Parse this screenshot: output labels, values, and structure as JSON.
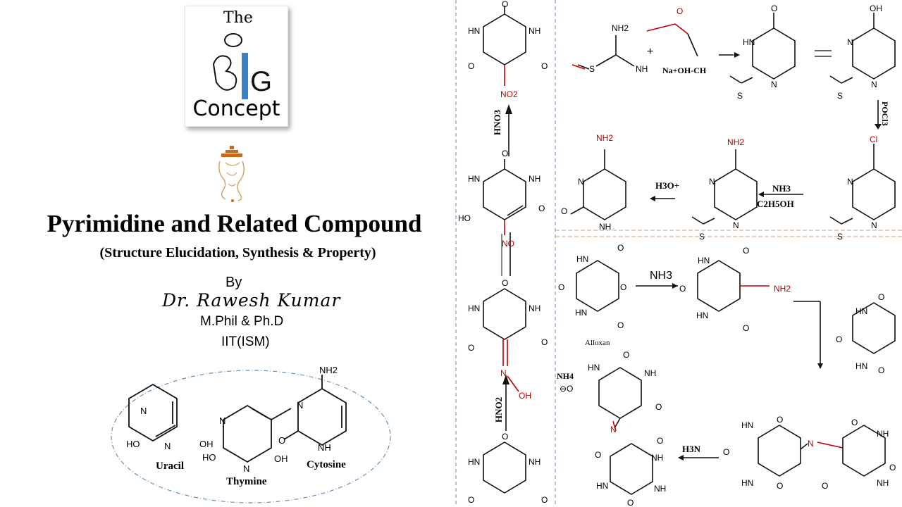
{
  "logo": {
    "the": "The",
    "concept": "Concept"
  },
  "title": "Pyrimidine and Related Compound",
  "subtitle": "(Structure Elucidation, Synthesis & Property)",
  "by": "By",
  "author": "Dr. Rawesh Kumar",
  "degrees": "M.Phil & Ph.D",
  "institute": "IIT(ISM)",
  "compounds": {
    "uracil": "Uracil",
    "thymine": "Thymine",
    "cytosine": "Cytosine"
  },
  "labels": {
    "o": "O",
    "hn": "HN",
    "nh": "NH",
    "n": "N",
    "nh2": "NH2",
    "ho": "HO",
    "oh": "OH",
    "no2": "NO2",
    "no": "NO",
    "s": "S",
    "cl": "Cl",
    "plus": "+",
    "na_oh": "Na+OH-CH",
    "hno3": "HNO3",
    "hno2": "HNO2",
    "pocl3": "POCl3",
    "h3o": "H3O+",
    "nh3": "NH3",
    "c2h5oh": "C2H5OH",
    "h3n": "H3N",
    "alloxan": "Alloxan",
    "nh4": "NH4",
    "minus": "⊖O"
  },
  "colors": {
    "accent_red": "#c00000",
    "logo_blue": "#3b82c4",
    "divider": "#5b8bb5",
    "divider2": "#c9a27a"
  }
}
